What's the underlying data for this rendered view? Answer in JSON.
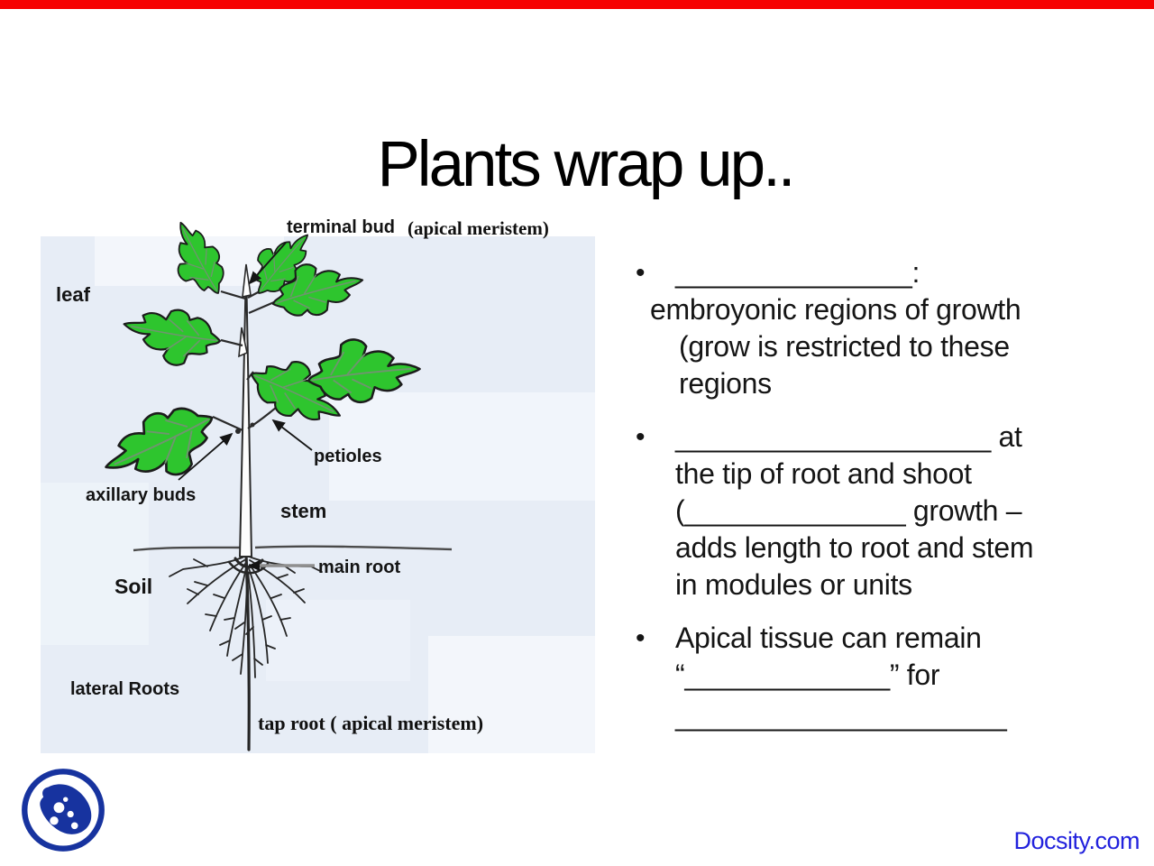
{
  "slide": {
    "title": "Plants wrap up.."
  },
  "decor": {
    "top_bar_color": "#f60000",
    "diagram_background_tint": "#e7edf6",
    "leaf_green": "#2ec52e",
    "outline_color": "#2a2a2a"
  },
  "diagram": {
    "labels": {
      "terminal_bud": "terminal bud",
      "apical_meristem_top": "(apical meristem)",
      "leaf": "leaf",
      "petioles": "petioles",
      "axillary_buds": "axillary buds",
      "stem": "stem",
      "main_root": "main root",
      "soil": "Soil",
      "lateral_roots": "lateral Roots",
      "tap_root": "tap root ( apical meristem)"
    }
  },
  "bullets": [
    {
      "marker": "•",
      "lines": [
        "_______________:",
        "embroyonic regions of growth",
        "(grow is restricted to these",
        "regions"
      ]
    },
    {
      "marker": "•",
      "lines": [
        "____________________ at",
        "the tip of root and shoot",
        "(______________ growth –",
        "adds length to root and stem",
        "in modules or units"
      ]
    },
    {
      "marker": "•",
      "lines": [
        "Apical tissue can remain",
        "“_____________” for",
        "_____________________"
      ]
    }
  ],
  "footer": {
    "brand": "Docsity.com",
    "brand_color": "#2222dd",
    "logo_color": "#17339f"
  }
}
